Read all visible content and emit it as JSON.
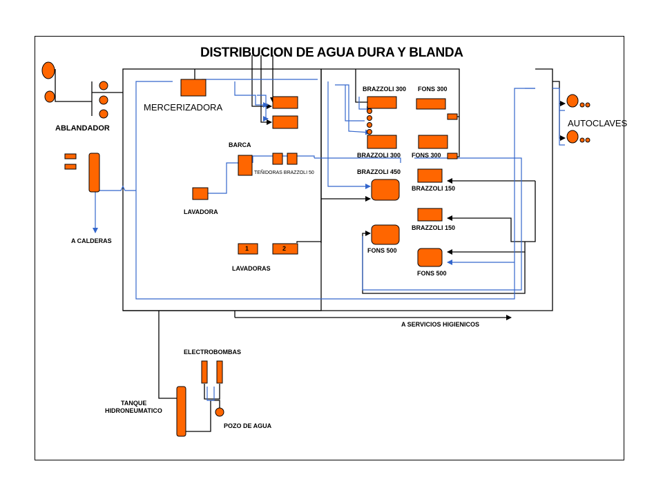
{
  "title": "DISTRIBUCION DE AGUA DURA Y BLANDA",
  "labels": {
    "ablandador": "ABLANDADOR",
    "a_calderas": "A  CALDERAS",
    "mercerizadora": "MERCERIZADORA",
    "barca": "BARCA",
    "teridoras": "TEÑIDORAS BRAZZOLI 50",
    "lavadora": "LAVADORA",
    "lavadoras": "LAVADORAS",
    "lavadora_1": "1",
    "lavadora_2": "2",
    "brazzoli_300_top": "BRAZZOLI  300",
    "fons_300_top": "FONS 300",
    "brazzoli_300_bottom": "BRAZZOLI  300",
    "fons_300_bottom": "FONS 300",
    "brazzoli_450": "BRAZZOLI 450",
    "brazzoli_150_a": "BRAZZOLI 150",
    "brazzoli_150_b": "BRAZZOLI 150",
    "fons_500_left": "FONS 500",
    "fons_500_right": "FONS 500",
    "autoclaves": "AUTOCLAVES",
    "servicios": "A SERVICIOS HIGIENICOS",
    "electrobombas": "ELECTROBOMBAS",
    "tanque_1": "TANQUE",
    "tanque_2": "HIDRONEUMATICO",
    "pozo": "POZO DE AGUA"
  },
  "colors": {
    "equipment": "#ff6600",
    "hard_water": "#000000",
    "soft_water": "#3366cc"
  }
}
